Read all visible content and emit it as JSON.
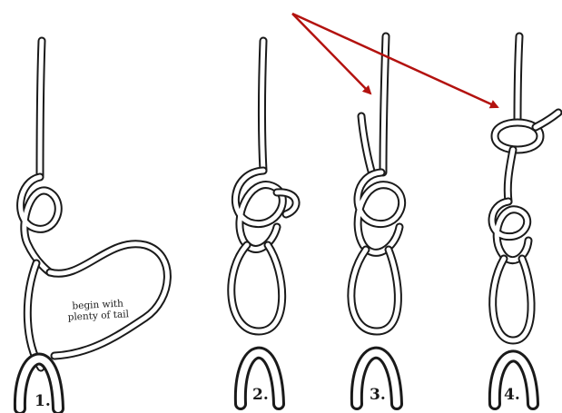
{
  "steps": [
    {
      "label": "1."
    },
    {
      "label": "2."
    },
    {
      "label": "3."
    },
    {
      "label": "4."
    }
  ],
  "annotation": {
    "line1": "begin with",
    "line2": "plenty of tail"
  },
  "arrow_color": "#b3120f",
  "ink_color": "#1a1a1a"
}
